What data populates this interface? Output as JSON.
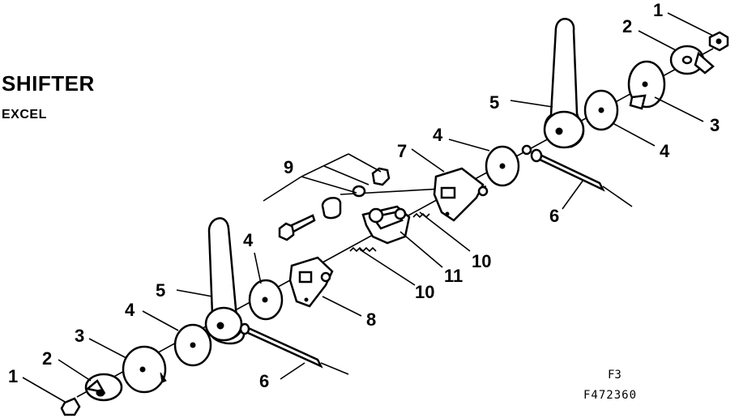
{
  "header": {
    "title": "SHIFTER",
    "subtitle": "EXCEL"
  },
  "footer": {
    "figure": "F3",
    "code": "F472360"
  },
  "callouts": {
    "nut_right": "1",
    "washer_right": "2",
    "plate_right": "3",
    "disc_right_a": "4",
    "lever_right": "5",
    "disc_right_b": "4",
    "cable_right": "6",
    "bracket_right": "7",
    "hardware": "9",
    "spring_right": "10",
    "center_block": "11",
    "spring_left": "10",
    "bracket_left": "8",
    "disc_left_a": "4",
    "lever_left": "5",
    "disc_left_b": "4",
    "plate_left": "3",
    "washer_left": "2",
    "nut_left": "1",
    "cable_left": "6"
  }
}
